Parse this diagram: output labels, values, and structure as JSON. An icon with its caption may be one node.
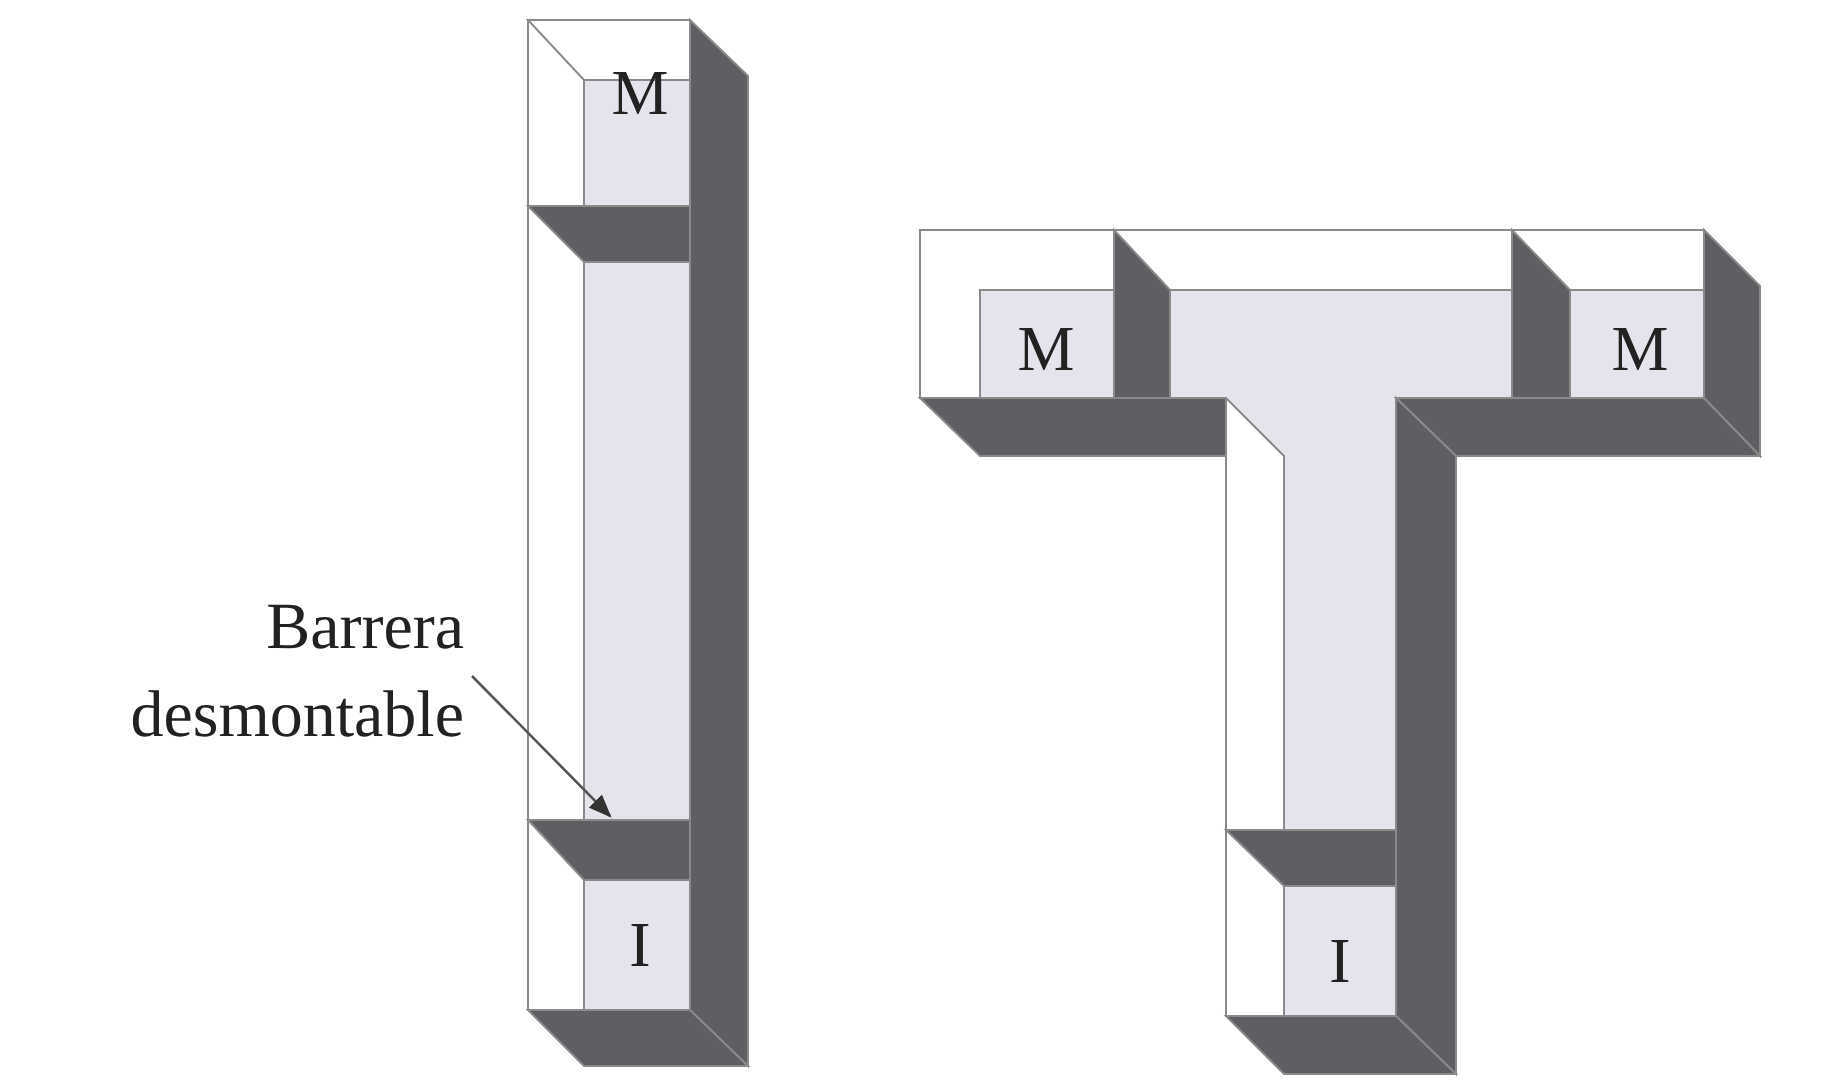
{
  "diagram": {
    "nodes": [
      {
        "text": [
          "Barrera desmontable"
        ]
      },
      {
        "text": [],
        "shape": "bar"
      }
    ],
    "edges": [
      {
        "from": 0,
        "to": 1,
        "arrow": "to"
      }
    ],
    "labels": [
      "M",
      "M",
      "M",
      "I",
      "I"
    ]
  }
}
